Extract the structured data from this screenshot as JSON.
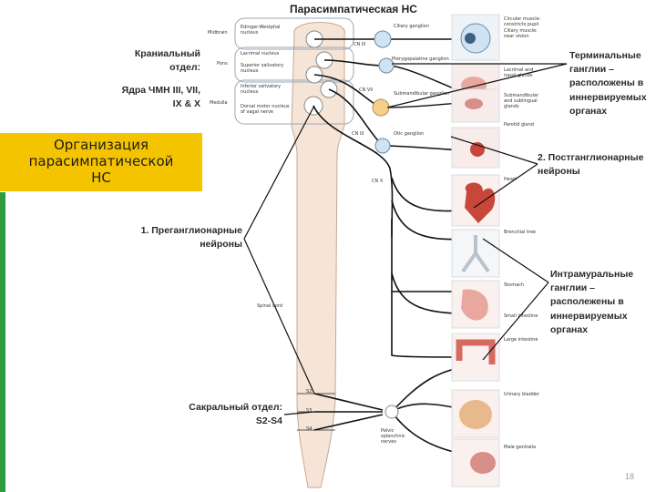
{
  "title": "Парасимпатическая НС",
  "page_number": "18",
  "left_panel": {
    "cranial_line1": "Краниальный",
    "cranial_line2": "отдел:",
    "nuclei_line1": "Ядра ЧМН III, VII,",
    "nuclei_line2": "IX & X",
    "org_line1": "Организация",
    "org_line2": "парасимпатической",
    "org_line3": "НС",
    "pre_line1": "1. Преганглионарные",
    "pre_line2": "нейроны",
    "sacral_line1": "Сакральный отдел:",
    "sacral_line2": "S2-S4"
  },
  "right_panel": {
    "term_lines": [
      "Терминальные",
      "ганглии –",
      "расположены в",
      "иннервируемых",
      "органах"
    ],
    "post_line1": "2. Постганглионарные",
    "post_line2": "нейроны",
    "intra_lines": [
      "Интрамуральные",
      "ганглии –",
      "располежены в",
      "иннервируемых",
      "органах"
    ]
  },
  "brain_labels": {
    "midbrain": "Midbrain",
    "pons": "Pons",
    "medulla": "Medulla",
    "edinger_1": "Edinger-Westphal",
    "edinger_2": "nucleus",
    "lacrimal_nucleus": "Lacrimal nucleus",
    "sup_salivatory_1": "Superior salivatory",
    "sup_salivatory_2": "nucleus",
    "inf_salivatory_1": "Inferior salivatory",
    "inf_salivatory_2": "nucleus",
    "dorsal_motor_1": "Dorsal motor nucleus",
    "dorsal_motor_2": "of vagal nerve",
    "spinal_cord": "Spinal cord"
  },
  "nerve_labels": {
    "cn3": "CN III",
    "cn7": "CN VII",
    "cn9": "CN IX",
    "cn10": "CN X",
    "s2": "S2",
    "s3": "S3",
    "s4": "S4",
    "pelvic_1": "Pelvic",
    "pelvic_2": "splanchnic",
    "pelvic_3": "nerves"
  },
  "ganglia_labels": {
    "ciliary": "Ciliary ganglion",
    "pterygopalatine": "Pterygopalatine ganglion",
    "submandibular": "Submandibular ganglion",
    "otic": "Otic ganglion"
  },
  "organ_labels": {
    "eye_1": "Circular muscle:",
    "eye_2": "constricts pupil",
    "eye_3": "Ciliary muscle:",
    "eye_4": "near vision",
    "lacrimal_1": "Lacrimal and",
    "lacrimal_2": "nasal glands",
    "submand_1": "Submandibular",
    "submand_2": "and sublingual",
    "submand_3": "glands",
    "parotid": "Parotid gland",
    "heart": "Heart",
    "bronchial": "Bronchial tree",
    "stomach": "Stomach",
    "small_intestine": "Small intestine",
    "large_intestine": "Large intestine",
    "bladder": "Urinary bladder",
    "genitalia": "Male genitalia"
  },
  "colors": {
    "highlight": "#f5c400",
    "accent_bar": "#2e9b3e",
    "ganglion_fill": "#cfe3f2",
    "ganglion_orange": "#f4d08a",
    "cord_fill": "#f6e4d6",
    "organ_red": "#c9463a",
    "organ_pink": "#e8a79f"
  }
}
